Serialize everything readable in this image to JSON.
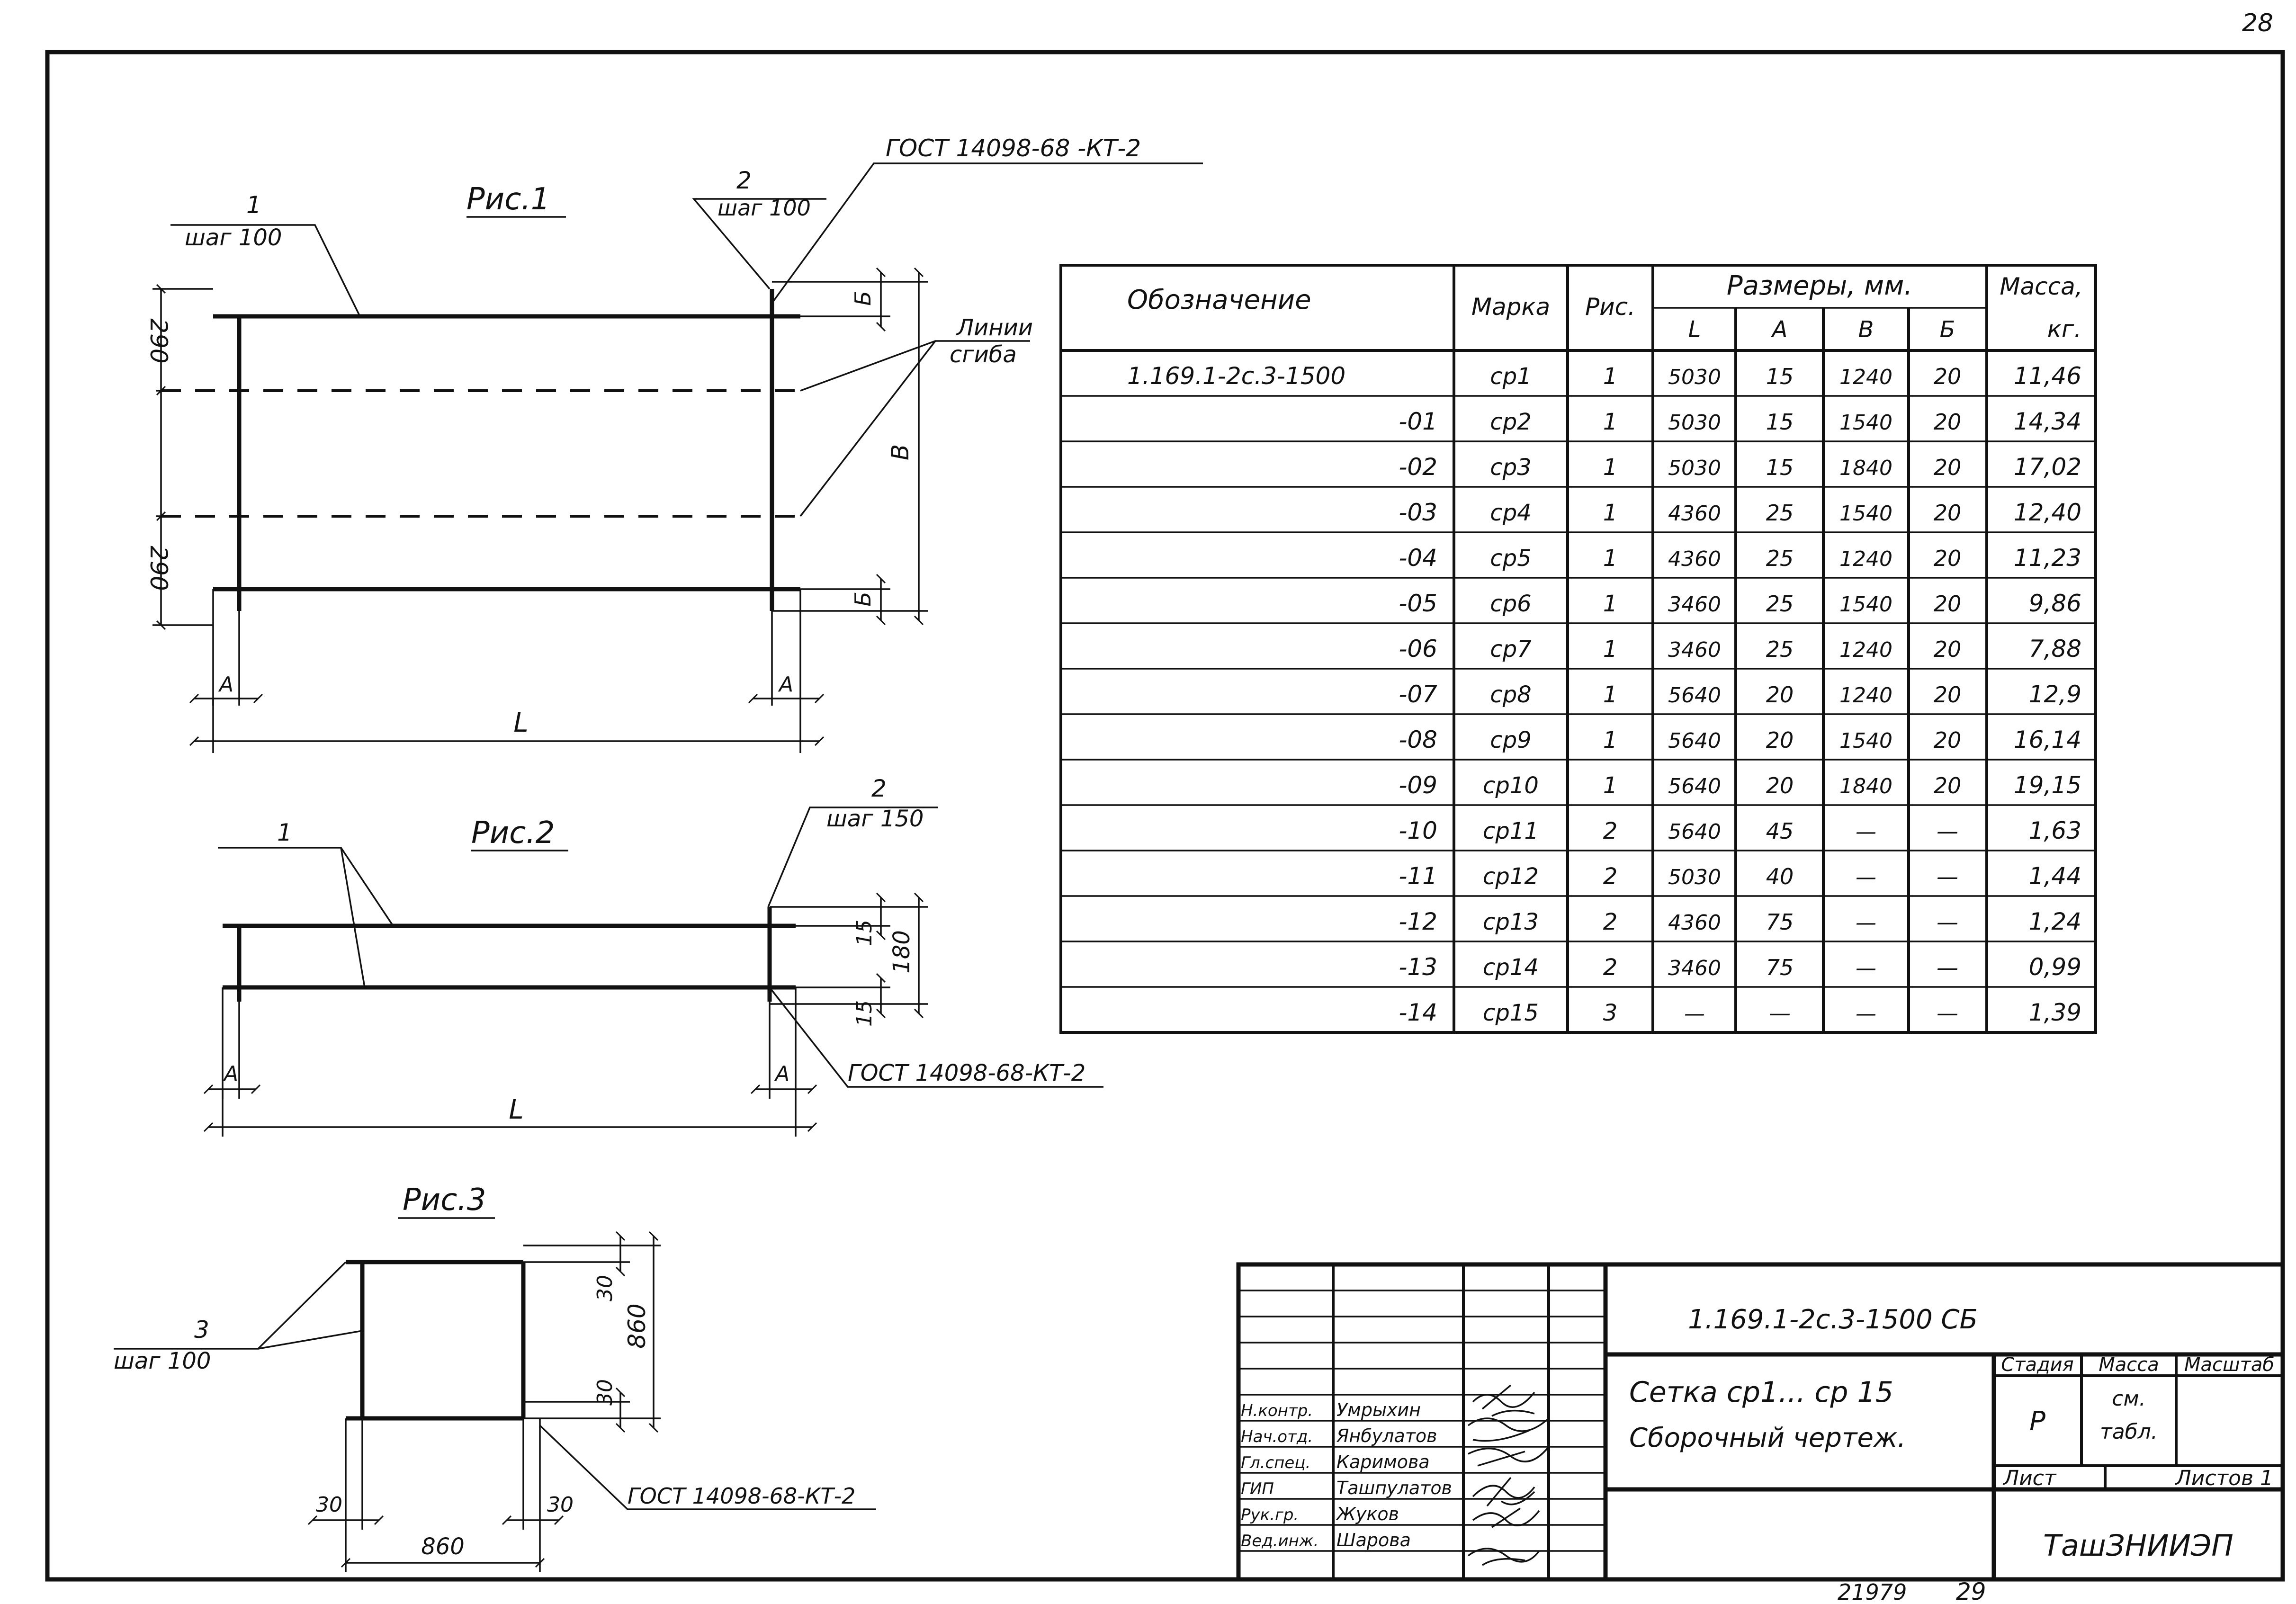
{
  "page_number": "28",
  "figures": {
    "fig1": {
      "title": "Рис.1",
      "callout_1_num": "1",
      "callout_1_step": "шаг 100",
      "callout_2_num": "2",
      "callout_2_step": "шаг 100",
      "gost": "ГОСТ 14098-68 -КТ-2",
      "bend_lines_1": "Линии",
      "bend_lines_2": "сгиба",
      "dim_290_top": "290",
      "dim_290_bottom": "290",
      "dim_b_top": "Б",
      "dim_b_bottom": "Б",
      "dim_v": "В",
      "dim_a_left": "А",
      "dim_a_right": "А",
      "dim_l": "L"
    },
    "fig2": {
      "title": "Рис.2",
      "callout_1_num": "1",
      "callout_2_num": "2",
      "callout_2_step": "шаг 150",
      "gost": "ГОСТ 14098-68-КТ-2",
      "dim_15_top": "15",
      "dim_15_bottom": "15",
      "dim_180": "180",
      "dim_a_left": "А",
      "dim_a_right": "А",
      "dim_l": "L"
    },
    "fig3": {
      "title": "Рис.3",
      "callout_3_num": "3",
      "callout_3_step": "шаг 100",
      "gost": "ГОСТ 14098-68-КТ-2",
      "dim_30_top": "30",
      "dim_30_mid": "30",
      "dim_860_vertical": "860",
      "dim_30_left": "30",
      "dim_30_right": "30",
      "dim_860_horizontal": "860"
    }
  },
  "table": {
    "headers": {
      "designation": "Обозначение",
      "mark": "Марка",
      "fig": "Рис.",
      "sizes": "Размеры, мм.",
      "l": "L",
      "a": "А",
      "v": "В",
      "b": "Б",
      "mass_1": "Масса,",
      "mass_2": "кг."
    },
    "rows": [
      {
        "designation": "1.169.1-2с.3-1500",
        "mark": "ср1",
        "fig": "1",
        "l": "5030",
        "a": "15",
        "v": "1240",
        "b": "20",
        "mass": "11,46"
      },
      {
        "designation": "-01",
        "mark": "ср2",
        "fig": "1",
        "l": "5030",
        "a": "15",
        "v": "1540",
        "b": "20",
        "mass": "14,34"
      },
      {
        "designation": "-02",
        "mark": "ср3",
        "fig": "1",
        "l": "5030",
        "a": "15",
        "v": "1840",
        "b": "20",
        "mass": "17,02"
      },
      {
        "designation": "-03",
        "mark": "ср4",
        "fig": "1",
        "l": "4360",
        "a": "25",
        "v": "1540",
        "b": "20",
        "mass": "12,40"
      },
      {
        "designation": "-04",
        "mark": "ср5",
        "fig": "1",
        "l": "4360",
        "a": "25",
        "v": "1240",
        "b": "20",
        "mass": "11,23"
      },
      {
        "designation": "-05",
        "mark": "ср6",
        "fig": "1",
        "l": "3460",
        "a": "25",
        "v": "1540",
        "b": "20",
        "mass": "9,86"
      },
      {
        "designation": "-06",
        "mark": "ср7",
        "fig": "1",
        "l": "3460",
        "a": "25",
        "v": "1240",
        "b": "20",
        "mass": "7,88"
      },
      {
        "designation": "-07",
        "mark": "ср8",
        "fig": "1",
        "l": "5640",
        "a": "20",
        "v": "1240",
        "b": "20",
        "mass": "12,9"
      },
      {
        "designation": "-08",
        "mark": "ср9",
        "fig": "1",
        "l": "5640",
        "a": "20",
        "v": "1540",
        "b": "20",
        "mass": "16,14"
      },
      {
        "designation": "-09",
        "mark": "ср10",
        "fig": "1",
        "l": "5640",
        "a": "20",
        "v": "1840",
        "b": "20",
        "mass": "19,15"
      },
      {
        "designation": "-10",
        "mark": "ср11",
        "fig": "2",
        "l": "5640",
        "a": "45",
        "v": "—",
        "b": "—",
        "mass": "1,63"
      },
      {
        "designation": "-11",
        "mark": "ср12",
        "fig": "2",
        "l": "5030",
        "a": "40",
        "v": "—",
        "b": "—",
        "mass": "1,44"
      },
      {
        "designation": "-12",
        "mark": "ср13",
        "fig": "2",
        "l": "4360",
        "a": "75",
        "v": "—",
        "b": "—",
        "mass": "1,24"
      },
      {
        "designation": "-13",
        "mark": "ср14",
        "fig": "2",
        "l": "3460",
        "a": "75",
        "v": "—",
        "b": "—",
        "mass": "0,99"
      },
      {
        "designation": "-14",
        "mark": "ср15",
        "fig": "3",
        "l": "—",
        "a": "—",
        "v": "—",
        "b": "—",
        "mass": "1,39"
      }
    ]
  },
  "title_block": {
    "doc_code": "1.169.1-2с.3-1500 СБ",
    "title_1": "Сетка ср1... ср 15",
    "title_2": "Сборочный чертеж.",
    "stage_label": "Стадия",
    "mass_label": "Масса",
    "scale_label": "Масштаб",
    "stage_value": "Р",
    "mass_value_1": "см.",
    "mass_value_2": "табл.",
    "sheet_label": "Лист",
    "sheets_label": "Листов 1",
    "organization": "ТашЗНИИЭП",
    "roles": [
      {
        "role": "Н.контр.",
        "name": "Умрыхин"
      },
      {
        "role": "Нач.отд.",
        "name": "Янбулатов"
      },
      {
        "role": "Гл.спец.",
        "name": "Каримова"
      },
      {
        "role": "ГИП",
        "name": "Ташпулатов"
      },
      {
        "role": "Рук.гр.",
        "name": "Жуков"
      },
      {
        "role": "Вед.инж.",
        "name": "Шарова"
      }
    ]
  },
  "footer": {
    "inventory_number": "21979",
    "sheet_number": "29"
  }
}
